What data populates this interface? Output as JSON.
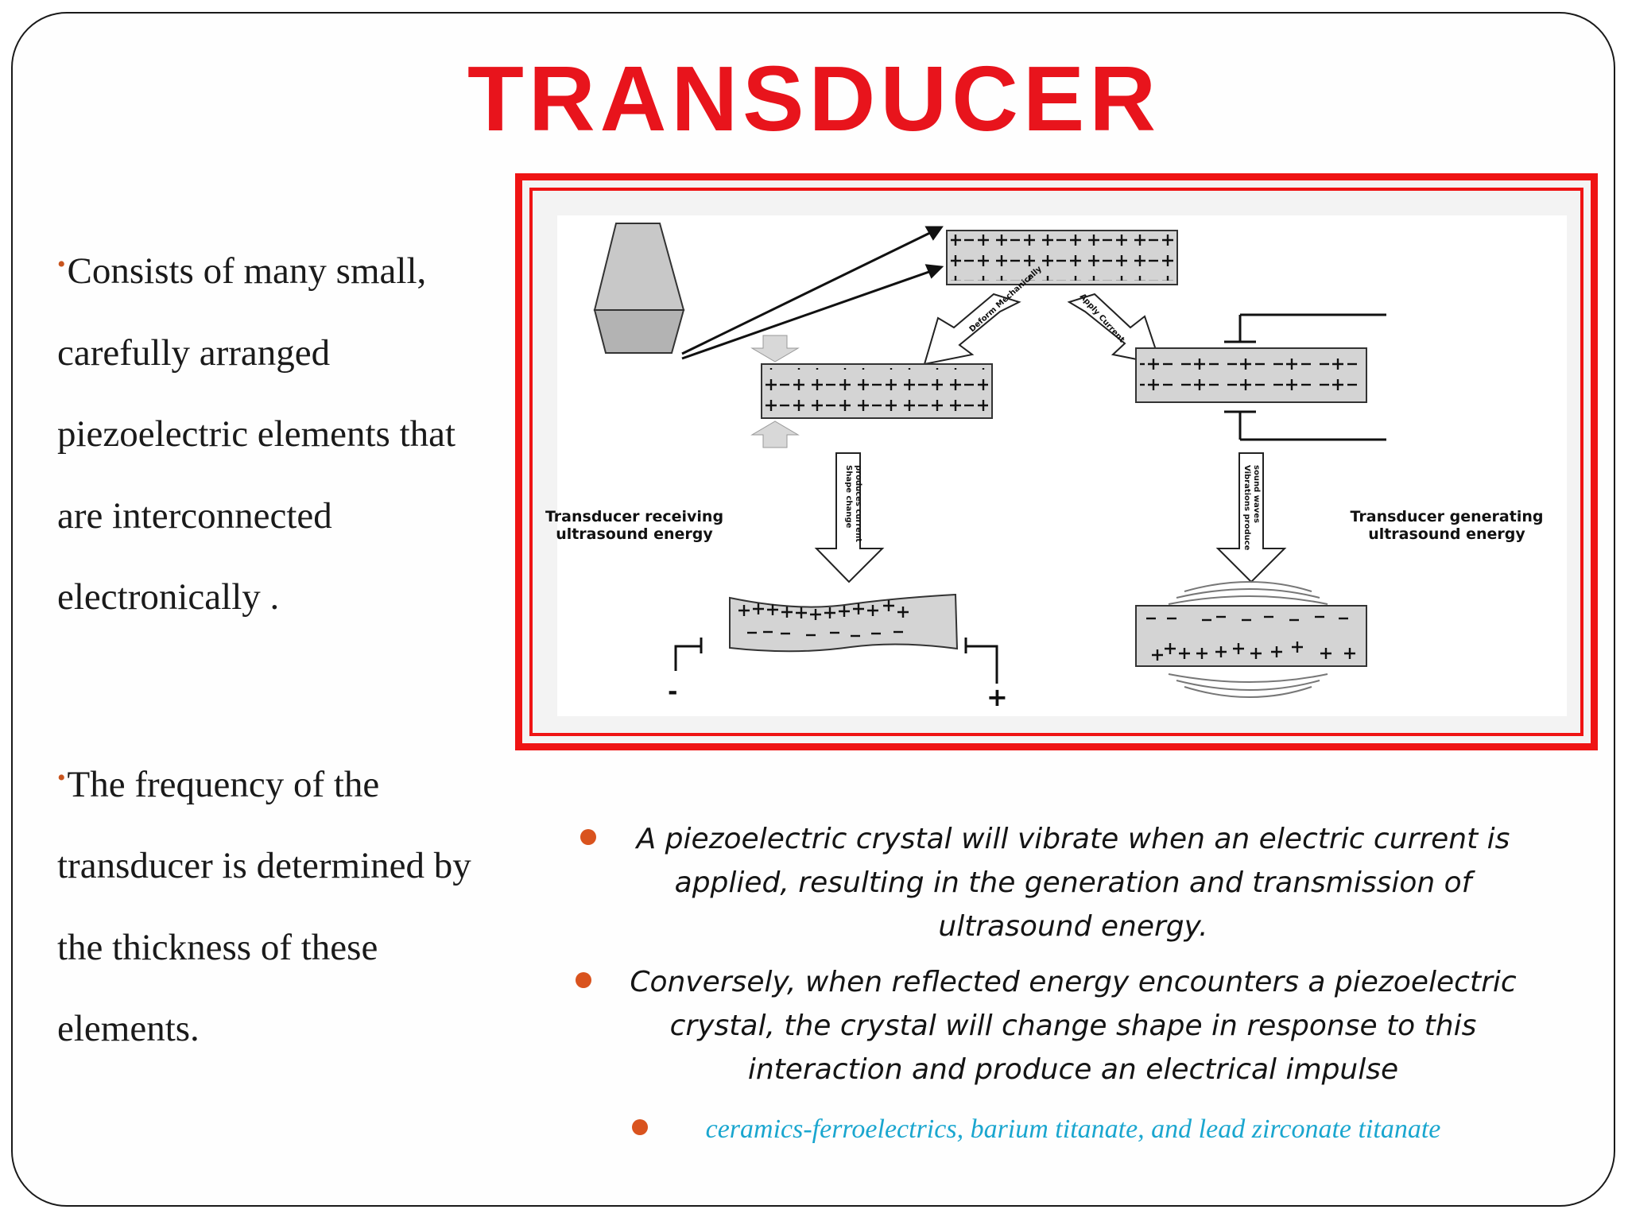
{
  "title": "TRANSDUCER",
  "left_bullets": [
    {
      "text": "Consists  of many small, carefully arranged piezoelectric elements that are interconnected electronically ."
    },
    {
      "text": "The frequency of the transducer is determined by the thickness of these elements."
    }
  ],
  "diagram": {
    "arrow_deform": "Deform Mechanically",
    "arrow_apply": "Apply Current",
    "label_receiving": [
      "Transducer receiving",
      "ultrasound energy"
    ],
    "label_generating": [
      "Transducer generating",
      "ultrasound energy"
    ],
    "arrow_shape_change": [
      "Shape change",
      "produces current"
    ],
    "arrow_vibrations": [
      "Vibrations produce",
      "sound waves"
    ],
    "terminal_minus": "-",
    "terminal_plus": "+"
  },
  "right_bullets": [
    {
      "text": "A piezoelectric crystal will vibrate when an electric current is applied, resulting in the generation and transmission of ultrasound energy."
    },
    {
      "text": "Conversely, when reflected energy encounters a piezoelectric crystal, the crystal will change shape in response to this interaction and produce an electrical impulse"
    },
    {
      "text": "ceramics-ferroelectrics, barium titanate, and lead zirconate titanate"
    }
  ],
  "colors": {
    "title": "#e8141c",
    "frame_border": "#ef1414",
    "bullet_dot": "#d9531e",
    "highlight_text": "#1aa6cf"
  }
}
